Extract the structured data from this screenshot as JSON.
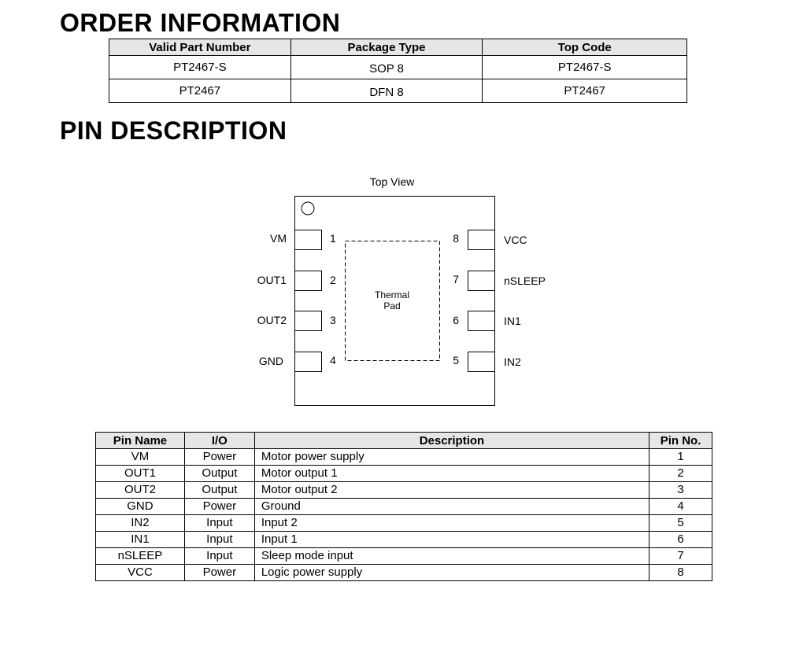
{
  "order_section": {
    "title": "ORDER INFORMATION",
    "headers": [
      "Valid Part Number",
      "Package Type",
      "Top Code"
    ],
    "rows": [
      [
        "PT2467-S",
        "SOP 8",
        "PT2467-S"
      ],
      [
        "PT2467",
        "DFN 8",
        "PT2467"
      ]
    ]
  },
  "pin_section": {
    "title": "PIN DESCRIPTION",
    "diagram": {
      "view_label": "Top View",
      "pad_label_line1": "Thermal",
      "pad_label_line2": "Pad",
      "left_pins": [
        {
          "name": "VM",
          "number": "1"
        },
        {
          "name": "OUT1",
          "number": "2"
        },
        {
          "name": "OUT2",
          "number": "3"
        },
        {
          "name": "GND",
          "number": "4"
        }
      ],
      "right_pins": [
        {
          "name": "VCC",
          "number": "8"
        },
        {
          "name": "nSLEEP",
          "number": "7"
        },
        {
          "name": "IN1",
          "number": "6"
        },
        {
          "name": "IN2",
          "number": "5"
        }
      ]
    },
    "table": {
      "headers": [
        "Pin Name",
        "I/O",
        "Description",
        "Pin No."
      ],
      "rows": [
        [
          "VM",
          "Power",
          "Motor power supply",
          "1"
        ],
        [
          "OUT1",
          "Output",
          "Motor output 1",
          "2"
        ],
        [
          "OUT2",
          "Output",
          "Motor output 2",
          "3"
        ],
        [
          "GND",
          "Power",
          "Ground",
          "4"
        ],
        [
          "IN2",
          "Input",
          "Input 2",
          "5"
        ],
        [
          "IN1",
          "Input",
          "Input 1",
          "6"
        ],
        [
          "nSLEEP",
          "Input",
          "Sleep mode input",
          "7"
        ],
        [
          "VCC",
          "Power",
          "Logic power supply",
          "8"
        ]
      ]
    }
  }
}
